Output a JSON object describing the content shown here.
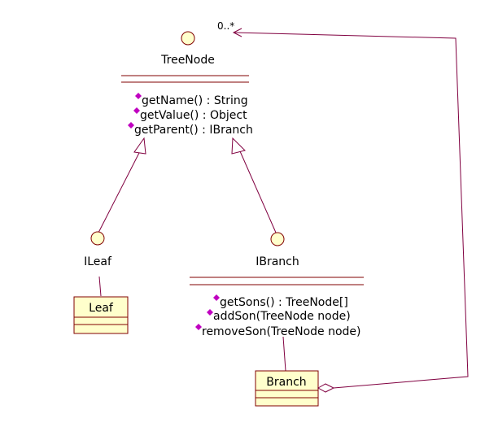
{
  "diagram": {
    "interfaces": [
      {
        "id": "treenode",
        "name": "TreeNode",
        "operations": [
          "getName() : String",
          "getValue() : Object",
          "getParent() : IBranch"
        ]
      },
      {
        "id": "ileaf",
        "name": "ILeaf",
        "operations": []
      },
      {
        "id": "ibranch",
        "name": "IBranch",
        "operations": [
          "getSons() : TreeNode[]",
          "addSon(TreeNode node)",
          "removeSon(TreeNode node)"
        ]
      }
    ],
    "classes": [
      {
        "id": "leaf",
        "name": "Leaf"
      },
      {
        "id": "branch",
        "name": "Branch"
      }
    ],
    "relationships": [
      {
        "type": "generalization",
        "from": "ileaf",
        "to": "treenode"
      },
      {
        "type": "generalization",
        "from": "ibranch",
        "to": "treenode"
      },
      {
        "type": "realization",
        "from": "leaf",
        "to": "ileaf"
      },
      {
        "type": "realization",
        "from": "branch",
        "to": "ibranch"
      },
      {
        "type": "aggregation",
        "from": "branch",
        "to": "treenode",
        "multiplicity": "0..*"
      }
    ]
  }
}
